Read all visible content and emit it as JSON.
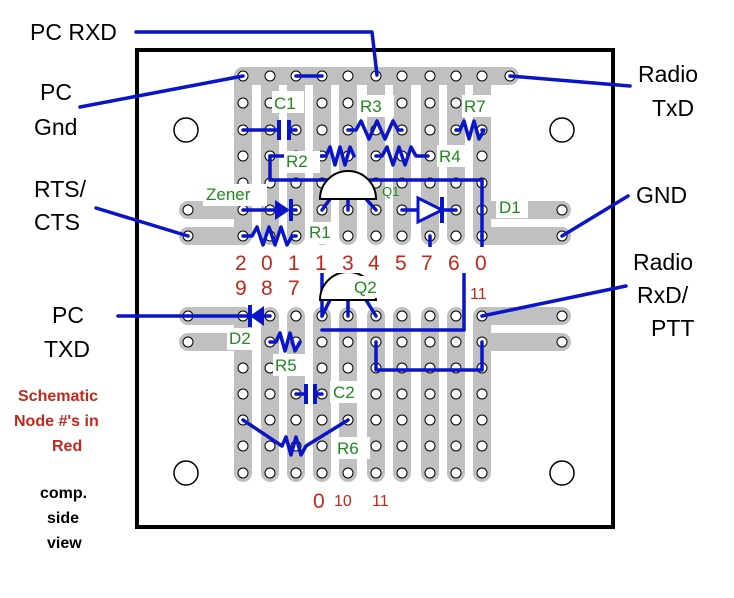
{
  "colors": {
    "wire": "#0a14c8",
    "label_black": "#000000",
    "label_green": "#1f8a1f",
    "node_red": "#c0281c",
    "strip": "#c0c0c0",
    "board_border": "#000000"
  },
  "external_labels": {
    "pc_rxd": "PC RXD",
    "pc_gnd_1": "PC",
    "pc_gnd_2": "Gnd",
    "rts_cts_1": "RTS/",
    "rts_cts_2": "CTS",
    "pc_txd_1": "PC",
    "pc_txd_2": "TXD",
    "radio_txd_1": "Radio",
    "radio_txd_2": "TxD",
    "gnd": "GND",
    "radio_rxd_1": "Radio",
    "radio_rxd_2": "RxD/",
    "radio_rxd_3": "PTT"
  },
  "components": {
    "c1": "C1",
    "r3": "R3",
    "r7": "R7",
    "r2": "R2",
    "r4": "R4",
    "zener": "Zener",
    "q1": "Q1",
    "d1": "D1",
    "r1": "R1",
    "q2": "Q2",
    "d2": "D2",
    "r5": "R5",
    "c2": "C2",
    "r6": "R6"
  },
  "node_numbers": {
    "row1": [
      "2",
      "0",
      "1",
      "1",
      "3",
      "4",
      "5",
      "7",
      "6",
      "0"
    ],
    "row2": [
      "9",
      "8",
      "7"
    ],
    "right_11": "11",
    "bottom_0": "0",
    "bottom_10": "10",
    "bottom_11": "11"
  },
  "notes": {
    "schematic_1": "Schematic",
    "schematic_2": "Node #'s in",
    "schematic_3": "Red",
    "view_1": "comp.",
    "view_2": "side",
    "view_3": "view"
  },
  "icons": {
    "mounting_hole": "mounting-hole-icon",
    "resistor": "resistor-icon",
    "capacitor": "capacitor-icon",
    "diode": "diode-icon",
    "transistor": "transistor-icon"
  }
}
